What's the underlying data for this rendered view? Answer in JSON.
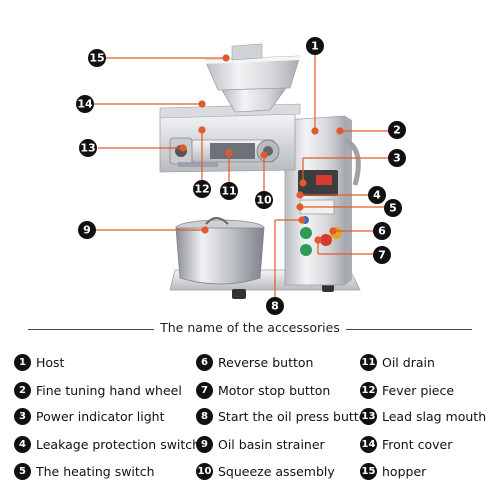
{
  "callouts": [
    {
      "num": "1"
    },
    {
      "num": "2"
    },
    {
      "num": "3"
    },
    {
      "num": "4"
    },
    {
      "num": "5"
    },
    {
      "num": "6"
    },
    {
      "num": "7"
    },
    {
      "num": "8"
    },
    {
      "num": "9"
    },
    {
      "num": "10"
    },
    {
      "num": "11"
    },
    {
      "num": "12"
    },
    {
      "num": "13"
    },
    {
      "num": "14"
    },
    {
      "num": "15"
    }
  ],
  "section_title": "The name of the accessories",
  "legend": [
    {
      "num": "1",
      "label": "Host"
    },
    {
      "num": "2",
      "label": "Fine tuning hand wheel"
    },
    {
      "num": "3",
      "label": "Power indicator light"
    },
    {
      "num": "4",
      "label": "Leakage protection switch"
    },
    {
      "num": "5",
      "label": "The heating switch"
    },
    {
      "num": "6",
      "label": "Reverse button"
    },
    {
      "num": "7",
      "label": "Motor stop button"
    },
    {
      "num": "8",
      "label": "Start the oil press button"
    },
    {
      "num": "9",
      "label": "Oil basin strainer"
    },
    {
      "num": "10",
      "label": "Squeeze assembly"
    },
    {
      "num": "11",
      "label": "Oil drain"
    },
    {
      "num": "12",
      "label": "Fever piece"
    },
    {
      "num": "13",
      "label": "Lead slag mouth"
    },
    {
      "num": "14",
      "label": "Front cover"
    },
    {
      "num": "15",
      "label": "hopper"
    }
  ],
  "colors": {
    "callout_line": "#e05a2b",
    "badge": "#111111",
    "metal_light": "#e6e7e9",
    "metal_dark": "#9ea2a8"
  }
}
